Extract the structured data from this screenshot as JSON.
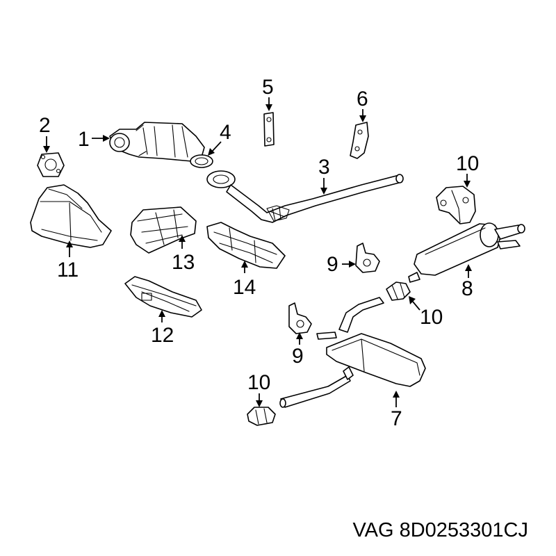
{
  "diagram": {
    "callouts": {
      "c1": "1",
      "c2": "2",
      "c3": "3",
      "c4": "4",
      "c5": "5",
      "c6": "6",
      "c7": "7",
      "c8": "8",
      "c9a": "9",
      "c9b": "9",
      "c10a": "10",
      "c10b": "10",
      "c10c": "10",
      "c11": "11",
      "c12": "12",
      "c13": "13",
      "c14": "14"
    },
    "caption": "VAG 8D0253301CJ",
    "line_color": "#000000",
    "background": "#ffffff"
  }
}
